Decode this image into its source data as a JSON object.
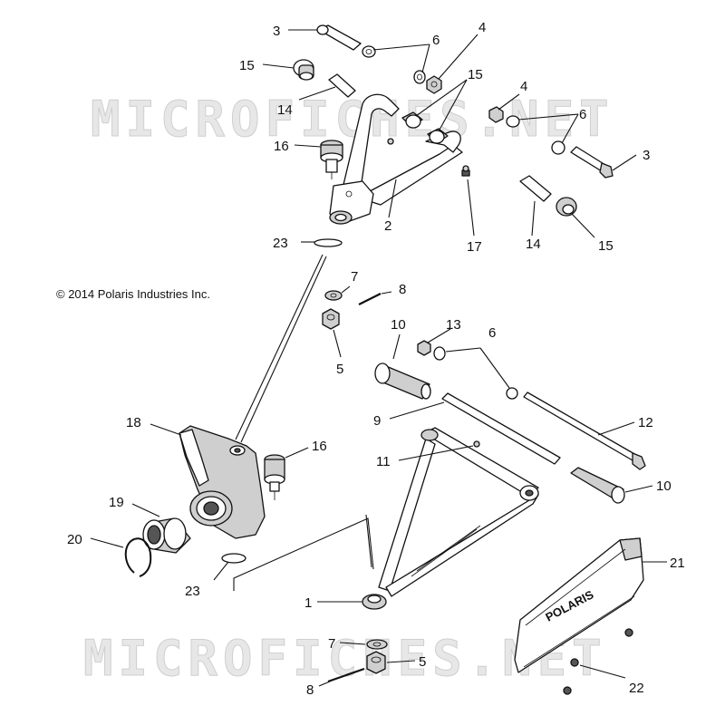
{
  "watermark": {
    "top": "MICROFICHES.NET",
    "bottom": "MICROFICHES.NET"
  },
  "copyright": "© 2014 Polaris Industries Inc.",
  "guard_logo": "POLARIS",
  "callouts": [
    {
      "id": "c3a",
      "label": "3"
    },
    {
      "id": "c6a",
      "label": "6"
    },
    {
      "id": "c4a",
      "label": "4"
    },
    {
      "id": "c15a",
      "label": "15"
    },
    {
      "id": "c15b",
      "label": "15"
    },
    {
      "id": "c14a",
      "label": "14"
    },
    {
      "id": "c4b",
      "label": "4"
    },
    {
      "id": "c6b",
      "label": "6"
    },
    {
      "id": "c16a",
      "label": "16"
    },
    {
      "id": "c3b",
      "label": "3"
    },
    {
      "id": "c23a",
      "label": "23"
    },
    {
      "id": "c2",
      "label": "2"
    },
    {
      "id": "c17",
      "label": "17"
    },
    {
      "id": "c14b",
      "label": "14"
    },
    {
      "id": "c15c",
      "label": "15"
    },
    {
      "id": "c7a",
      "label": "7"
    },
    {
      "id": "c8a",
      "label": "8"
    },
    {
      "id": "c5a",
      "label": "5"
    },
    {
      "id": "c10a",
      "label": "10"
    },
    {
      "id": "c13",
      "label": "13"
    },
    {
      "id": "c6c",
      "label": "6"
    },
    {
      "id": "c9",
      "label": "9"
    },
    {
      "id": "c12",
      "label": "12"
    },
    {
      "id": "c18",
      "label": "18"
    },
    {
      "id": "c16b",
      "label": "16"
    },
    {
      "id": "c11",
      "label": "11"
    },
    {
      "id": "c10b",
      "label": "10"
    },
    {
      "id": "c19",
      "label": "19"
    },
    {
      "id": "c20",
      "label": "20"
    },
    {
      "id": "c21",
      "label": "21"
    },
    {
      "id": "c23b",
      "label": "23"
    },
    {
      "id": "c1",
      "label": "1"
    },
    {
      "id": "c7b",
      "label": "7"
    },
    {
      "id": "c5b",
      "label": "5"
    },
    {
      "id": "c8b",
      "label": "8"
    },
    {
      "id": "c22",
      "label": "22"
    }
  ]
}
